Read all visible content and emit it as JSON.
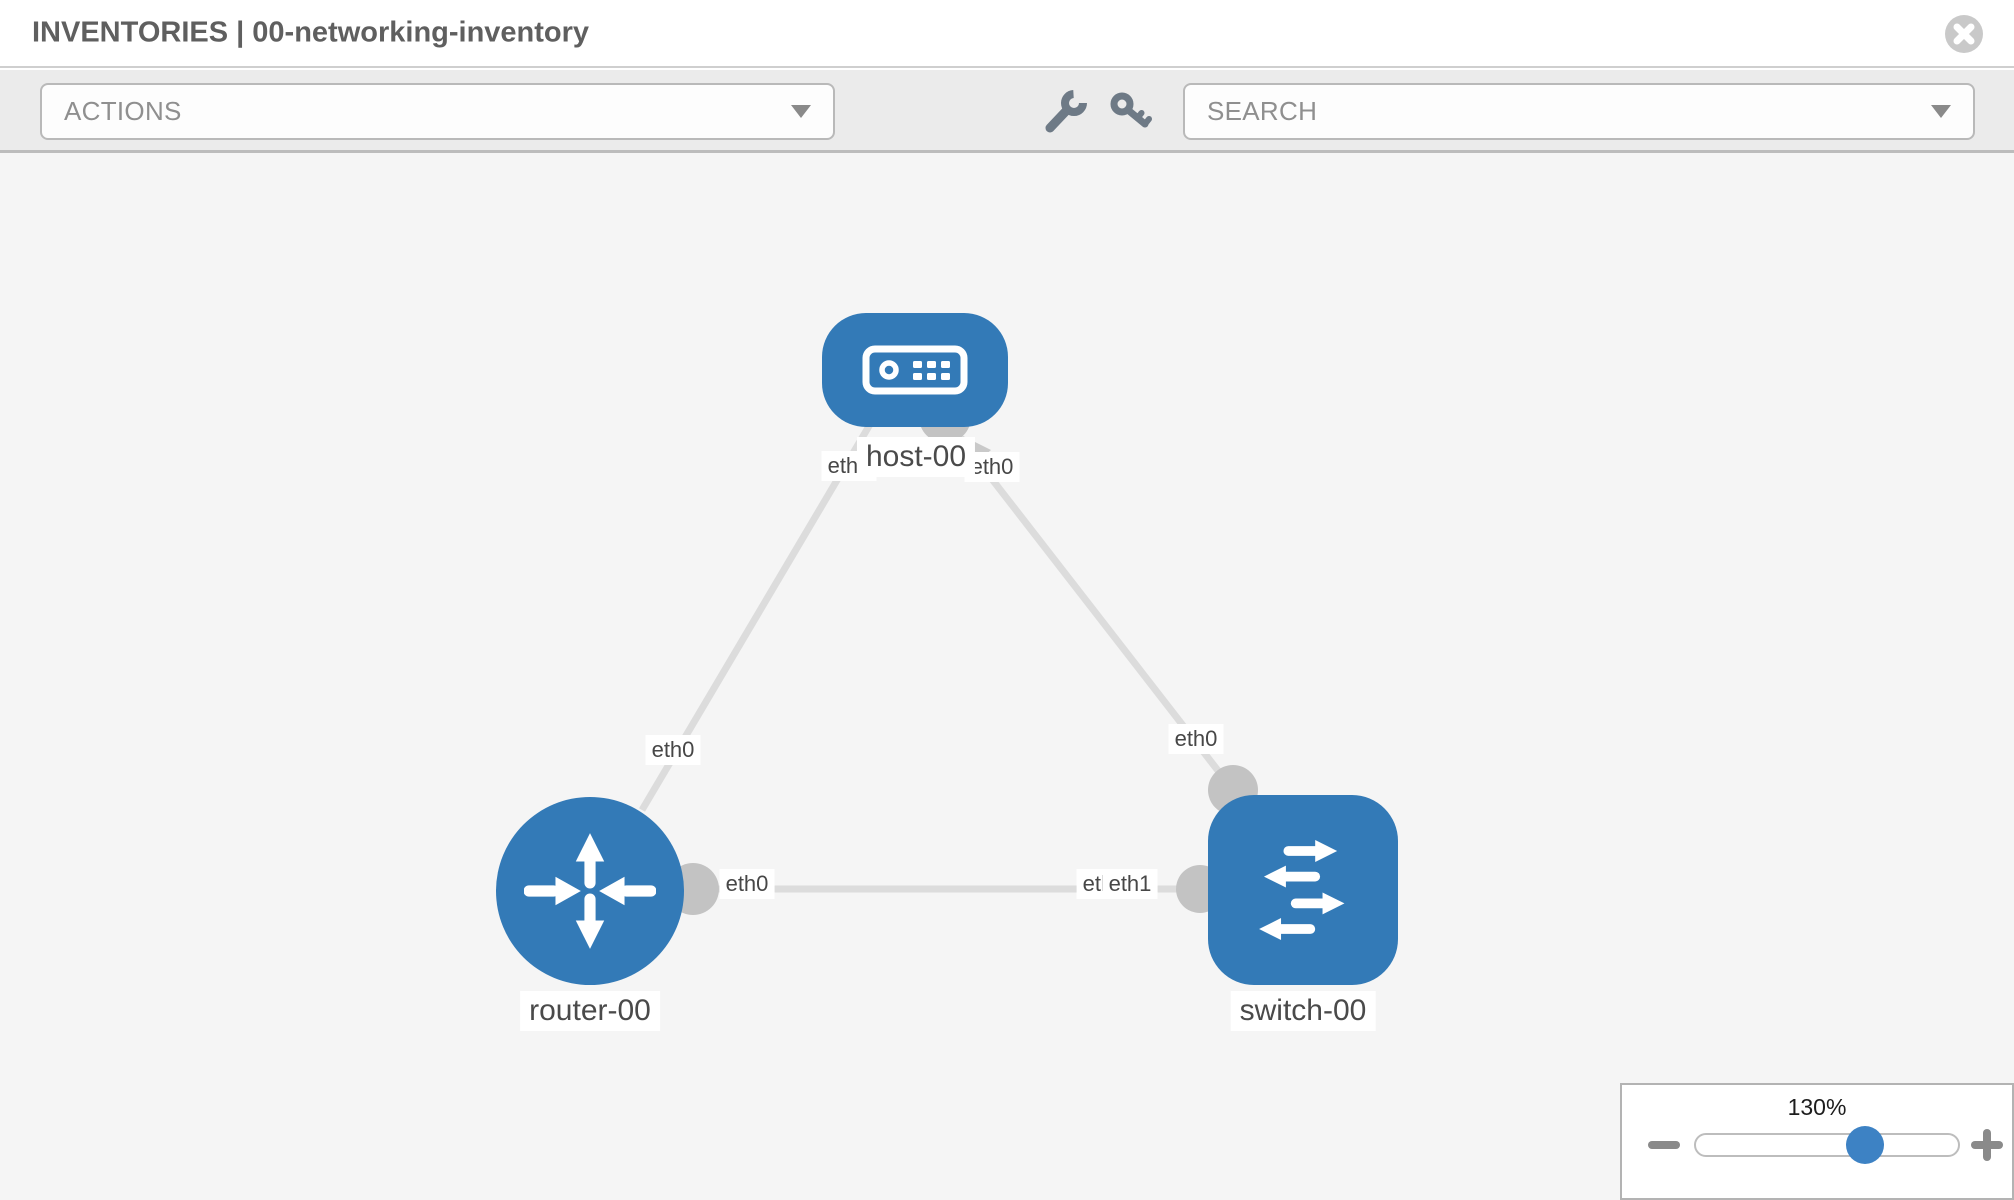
{
  "header": {
    "title": "INVENTORIES | 00-networking-inventory"
  },
  "toolbar": {
    "actions_dropdown_label": "ACTIONS",
    "search_dropdown_placeholder": "SEARCH"
  },
  "topology": {
    "nodes": [
      {
        "id": "host-00",
        "label": "host-00",
        "type": "host",
        "icon": "host-device-icon"
      },
      {
        "id": "router-00",
        "label": "router-00",
        "type": "router",
        "icon": "router-icon"
      },
      {
        "id": "switch-00",
        "label": "switch-00",
        "type": "switch",
        "icon": "switch-icon"
      }
    ],
    "links": [
      {
        "from": "host-00",
        "from_interface": "eth0",
        "to": "router-00",
        "to_interface": "eth0"
      },
      {
        "from": "host-00",
        "from_interface": "eth0",
        "to": "switch-00",
        "to_interface": "eth0"
      },
      {
        "from": "router-00",
        "from_interface": "eth0",
        "to": "switch-00",
        "to_interface": "eth1"
      }
    ],
    "interface_labels": [
      {
        "text": "eth0",
        "at": "host-00 bottom-left"
      },
      {
        "text": "eth0",
        "at": "host-00 bottom-right"
      },
      {
        "text": "eth0",
        "at": "router-00 top"
      },
      {
        "text": "eth0",
        "at": "switch-00 top"
      },
      {
        "text": "eth0",
        "at": "router-00 right"
      },
      {
        "text": "eth0",
        "at": "switch-00 left overlapped"
      },
      {
        "text": "eth1",
        "at": "switch-00 left"
      }
    ]
  },
  "zoom_control": {
    "level": "130%",
    "value_percent": 64
  },
  "icons": {
    "close": "times-circle-icon",
    "wrench": "wrench-icon",
    "key": "key-icon",
    "dropdown_arrow": "caret-down-icon",
    "zoom_out": "minus-icon",
    "zoom_in": "plus-icon"
  },
  "colors": {
    "node_fill": "#337ab7",
    "link": "#dcdcdc",
    "interface_dot": "#c3c3c3",
    "toolbar_bg": "#ebebeb",
    "canvas_bg": "#f5f5f5",
    "slider_knob": "#3d82c4",
    "tool_icon_gray": "#6e7a86"
  }
}
